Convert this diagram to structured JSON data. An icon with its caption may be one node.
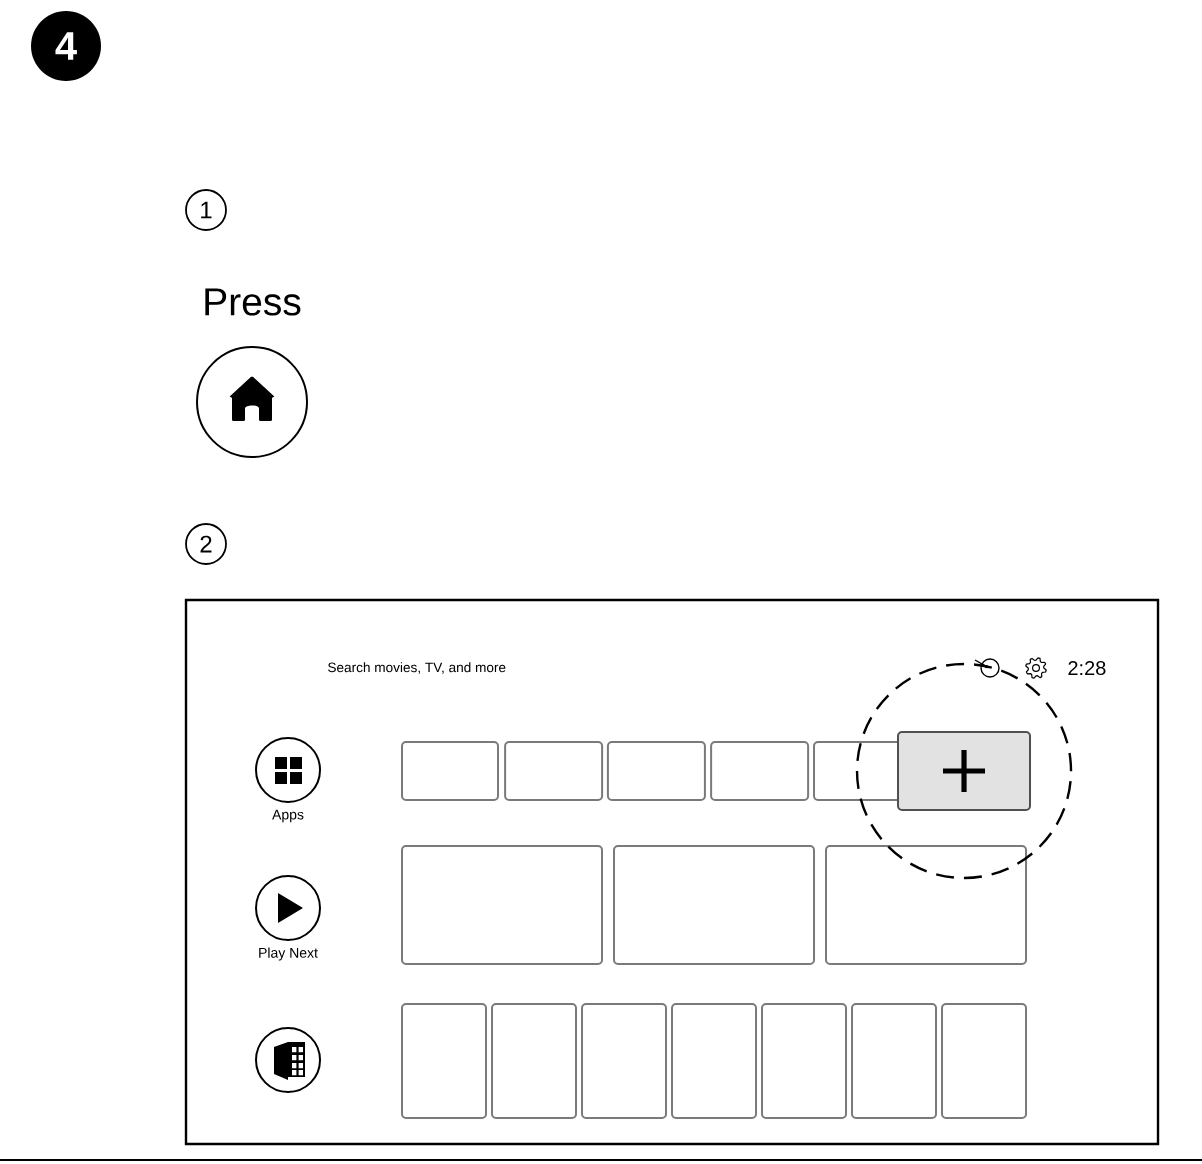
{
  "diagram": {
    "nodes": [
      {
        "text": [
          "4"
        ]
      },
      {
        "text": [
          "1"
        ]
      },
      {
        "text": [
          "2"
        ]
      },
      {
        "text": [
          "Search movies, TV, and more",
          "2:28",
          "Apps",
          "Play Next"
        ]
      },
      {
        "text": [],
        "shape": "box",
        "in": 3
      },
      {
        "text": [],
        "shape": "box",
        "in": 3
      },
      {
        "text": [],
        "shape": "box",
        "in": 3
      },
      {
        "text": [],
        "shape": "box",
        "in": 3
      },
      {
        "text": [],
        "shape": "box",
        "in": 3
      },
      {
        "text": [],
        "shape": "box",
        "in": 3
      },
      {
        "text": [],
        "shape": "box",
        "in": 3
      },
      {
        "text": [],
        "shape": "box",
        "in": 3
      },
      {
        "text": [],
        "shape": "box",
        "in": 3
      },
      {
        "text": [],
        "shape": "box",
        "in": 3
      },
      {
        "text": [],
        "shape": "box",
        "in": 3
      },
      {
        "text": [],
        "shape": "box",
        "in": 3
      },
      {
        "text": [],
        "shape": "box",
        "in": 3
      },
      {
        "text": [],
        "shape": "box",
        "in": 3
      },
      {
        "text": [],
        "shape": "box",
        "in": 3
      },
      {
        "text": [],
        "shape": "box",
        "in": 3
      }
    ],
    "labels": [
      "Press"
    ]
  }
}
